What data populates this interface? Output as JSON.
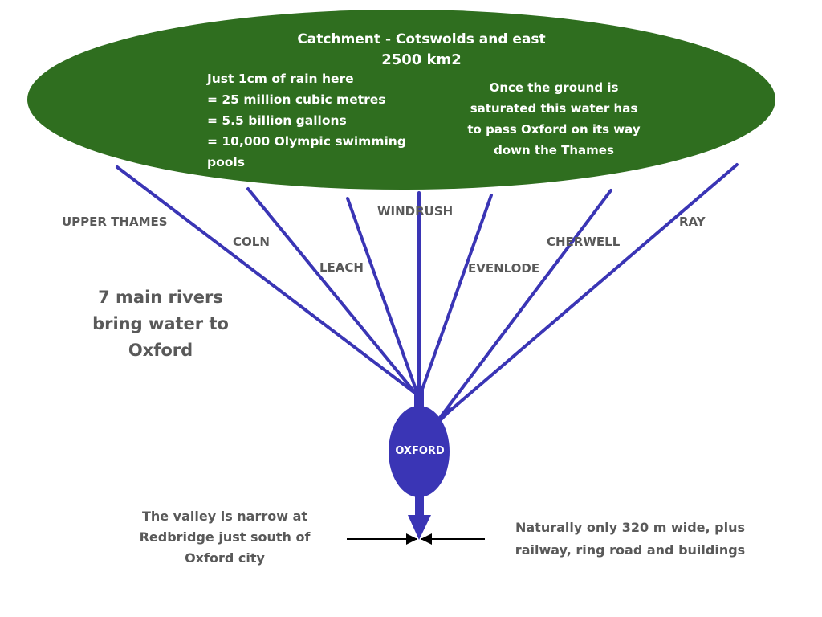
{
  "colors": {
    "catchment_fill": "#2f6e1f",
    "river_color": "#3a35b5",
    "oxford_fill": "#3a35b5",
    "label_grey": "#595959",
    "marker_black": "#000000"
  },
  "catchment": {
    "title": "Catchment - Cotswolds and east",
    "area": "2500 km2",
    "rain_lines": [
      "Just 1cm of rain here",
      "= 25 million cubic metres",
      "= 5.5 billion gallons",
      "= 10,000 Olympic swimming",
      "pools"
    ],
    "saturated_lines": [
      "Once the ground is",
      "saturated this water has",
      "to pass Oxford on its way",
      "down the Thames"
    ]
  },
  "rivers": [
    {
      "name": "UPPER THAMES"
    },
    {
      "name": "COLN"
    },
    {
      "name": "LEACH"
    },
    {
      "name": "WINDRUSH"
    },
    {
      "name": "EVENLODE"
    },
    {
      "name": "CHERWELL"
    },
    {
      "name": "RAY"
    }
  ],
  "rivers_note": [
    "7 main rivers",
    "bring water to",
    "Oxford"
  ],
  "oxford": {
    "label": "OXFORD"
  },
  "valley_note": [
    "The valley is narrow at",
    "Redbridge just south of",
    "Oxford city"
  ],
  "width_note": [
    "Naturally only 320 m wide, plus",
    "railway, ring road and buildings"
  ]
}
